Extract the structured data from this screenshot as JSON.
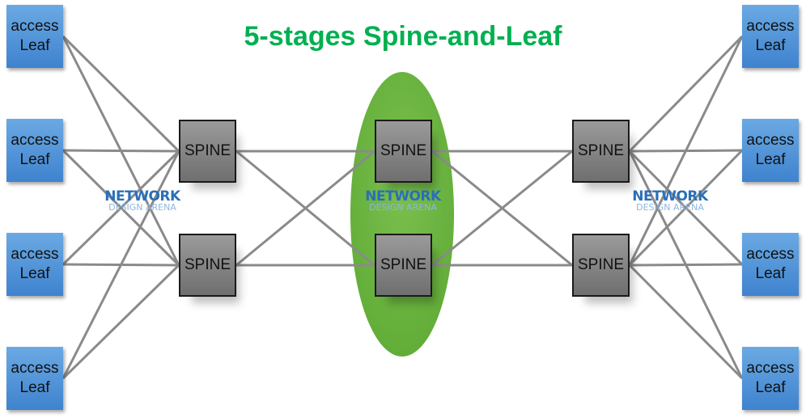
{
  "title": "5-stages Spine-and-Leaf",
  "colors": {
    "title": "#00b050",
    "leaf": "#4a8fd6",
    "spine": "#808080",
    "link": "#8a8a8a",
    "core_group": "#6db33f",
    "watermark": "#2a6fb8"
  },
  "leaf_label": {
    "line1": "access",
    "line2": "Leaf"
  },
  "spine_label": "SPINE",
  "watermark": {
    "line1": "NETWORK",
    "line2": "DESIGN ARENA"
  },
  "left_leaves": [
    {
      "id": "L1",
      "line1": "access",
      "line2": "Leaf"
    },
    {
      "id": "L2",
      "line1": "access",
      "line2": "Leaf"
    },
    {
      "id": "L3",
      "line1": "access",
      "line2": "Leaf"
    },
    {
      "id": "L4",
      "line1": "access",
      "line2": "Leaf"
    }
  ],
  "right_leaves": [
    {
      "id": "R1",
      "line1": "access",
      "line2": "Leaf"
    },
    {
      "id": "R2",
      "line1": "access",
      "line2": "Leaf"
    },
    {
      "id": "R3",
      "line1": "access",
      "line2": "Leaf"
    },
    {
      "id": "R4",
      "line1": "access",
      "line2": "Leaf"
    }
  ],
  "spines": {
    "left": [
      {
        "id": "SL1",
        "label": "SPINE"
      },
      {
        "id": "SL2",
        "label": "SPINE"
      }
    ],
    "middle": [
      {
        "id": "SM1",
        "label": "SPINE"
      },
      {
        "id": "SM2",
        "label": "SPINE"
      }
    ],
    "right": [
      {
        "id": "SR1",
        "label": "SPINE"
      },
      {
        "id": "SR2",
        "label": "SPINE"
      }
    ]
  },
  "links": [
    [
      "L1",
      "SL1"
    ],
    [
      "L1",
      "SL2"
    ],
    [
      "L2",
      "SL1"
    ],
    [
      "L2",
      "SL2"
    ],
    [
      "L3",
      "SL1"
    ],
    [
      "L3",
      "SL2"
    ],
    [
      "L4",
      "SL1"
    ],
    [
      "L4",
      "SL2"
    ],
    [
      "SL1",
      "SM1"
    ],
    [
      "SL1",
      "SM2"
    ],
    [
      "SL2",
      "SM1"
    ],
    [
      "SL2",
      "SM2"
    ],
    [
      "SM1",
      "SR1"
    ],
    [
      "SM1",
      "SR2"
    ],
    [
      "SM2",
      "SR1"
    ],
    [
      "SM2",
      "SR2"
    ],
    [
      "SR1",
      "R1"
    ],
    [
      "SR1",
      "R2"
    ],
    [
      "SR1",
      "R3"
    ],
    [
      "SR1",
      "R4"
    ],
    [
      "SR2",
      "R1"
    ],
    [
      "SR2",
      "R2"
    ],
    [
      "SR2",
      "R3"
    ],
    [
      "SR2",
      "R4"
    ]
  ]
}
